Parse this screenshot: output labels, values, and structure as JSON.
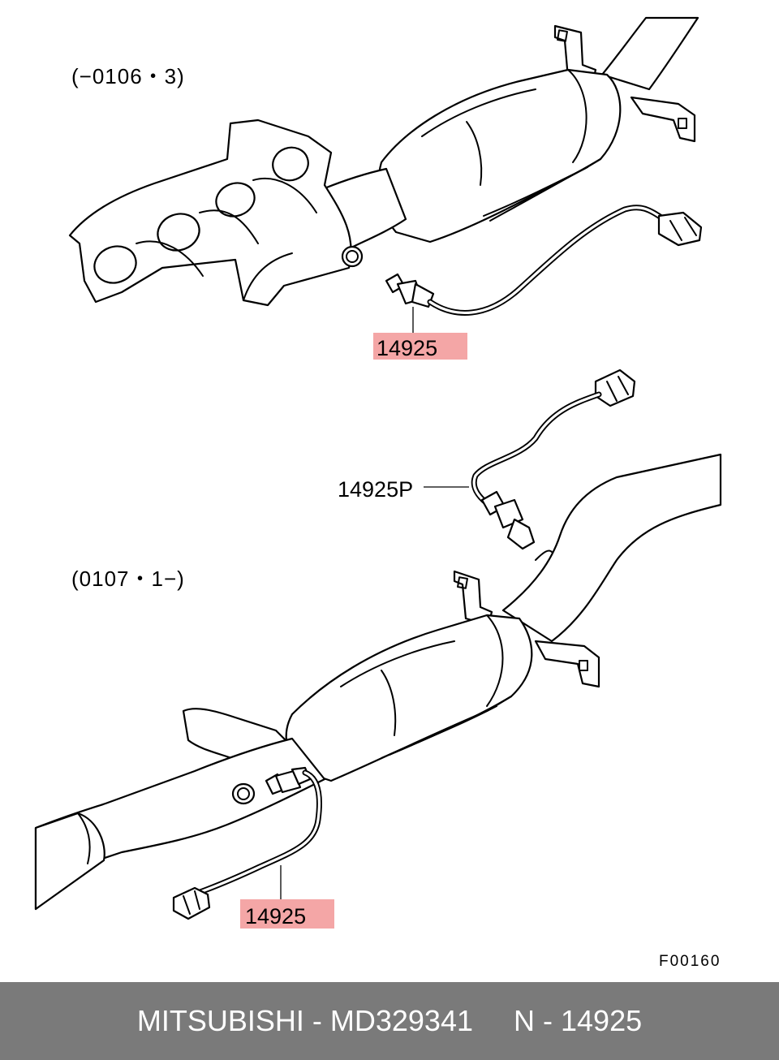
{
  "diagram": {
    "top_variant_label": "(−0106・3)",
    "bottom_variant_label": "(0107・1−)",
    "callout_top": "14925",
    "callout_middle": "14925P",
    "callout_bottom": "14925",
    "figure_code": "F00160",
    "highlight_color": "#f4a6a6"
  },
  "footer": {
    "text": "MITSUBISHI - MD329341     N - 14925",
    "background": "#7a7a7a"
  }
}
